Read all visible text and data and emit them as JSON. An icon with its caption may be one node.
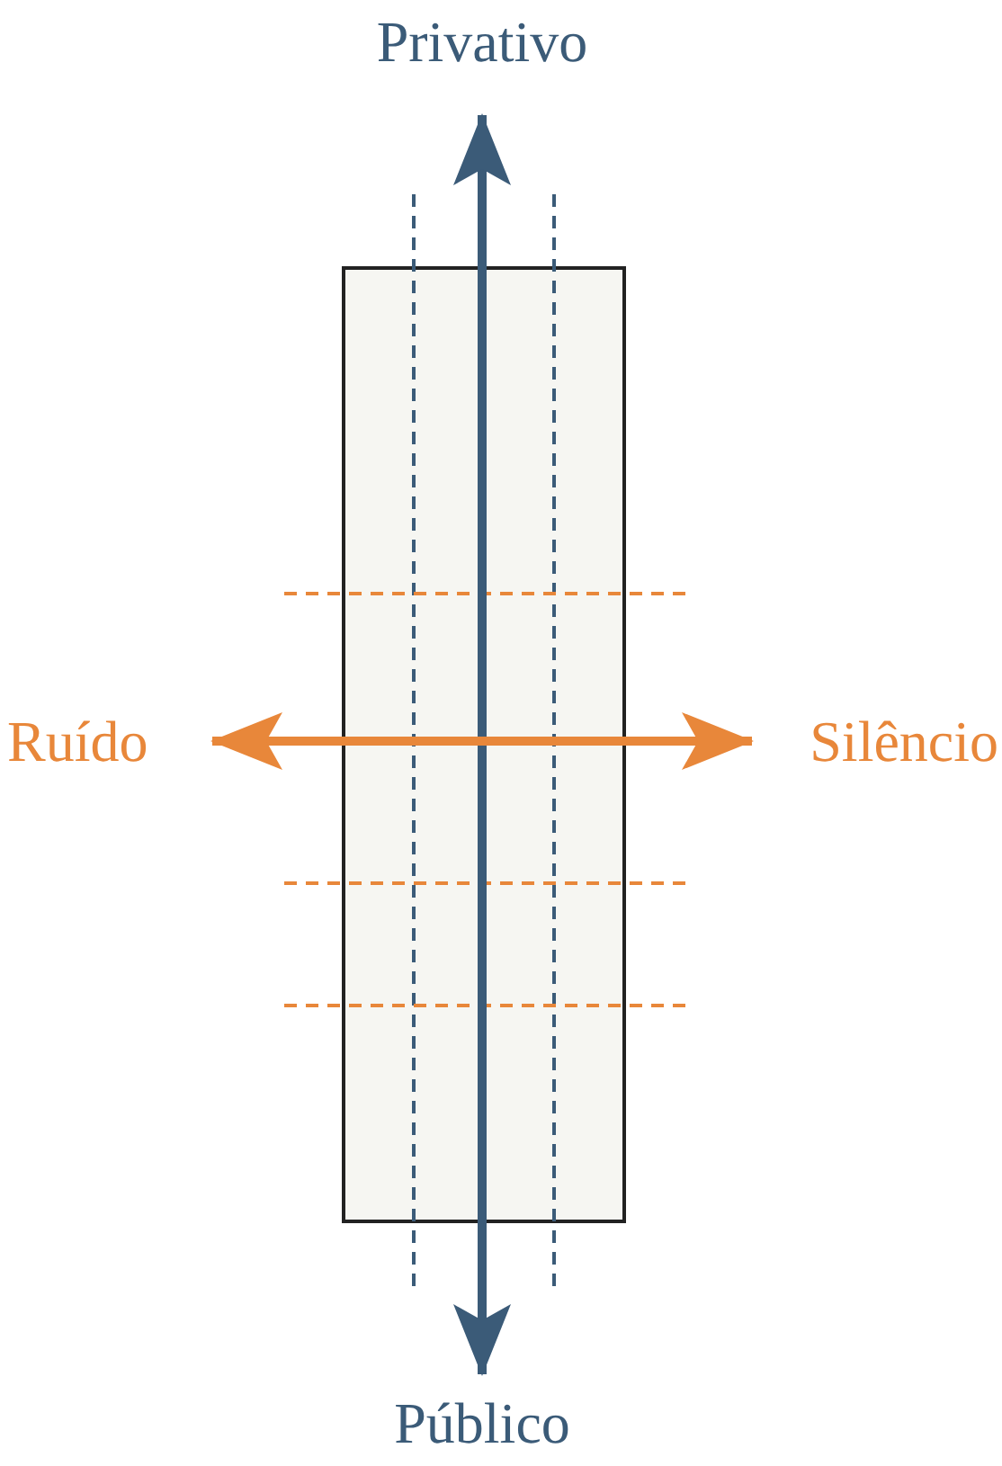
{
  "diagram": {
    "nodes": [
      {
        "text": [
          "Privativo"
        ]
      },
      {
        "text": [
          "Ruído"
        ]
      },
      {
        "text": [
          "Silêncio"
        ]
      },
      {
        "text": [
          "Público"
        ]
      }
    ],
    "edges": [
      {
        "from": 0,
        "to": 3,
        "arrow": "both",
        "color": "#3b5b78"
      },
      {
        "from": 1,
        "to": 2,
        "arrow": "both",
        "color": "#e8873a"
      }
    ]
  }
}
